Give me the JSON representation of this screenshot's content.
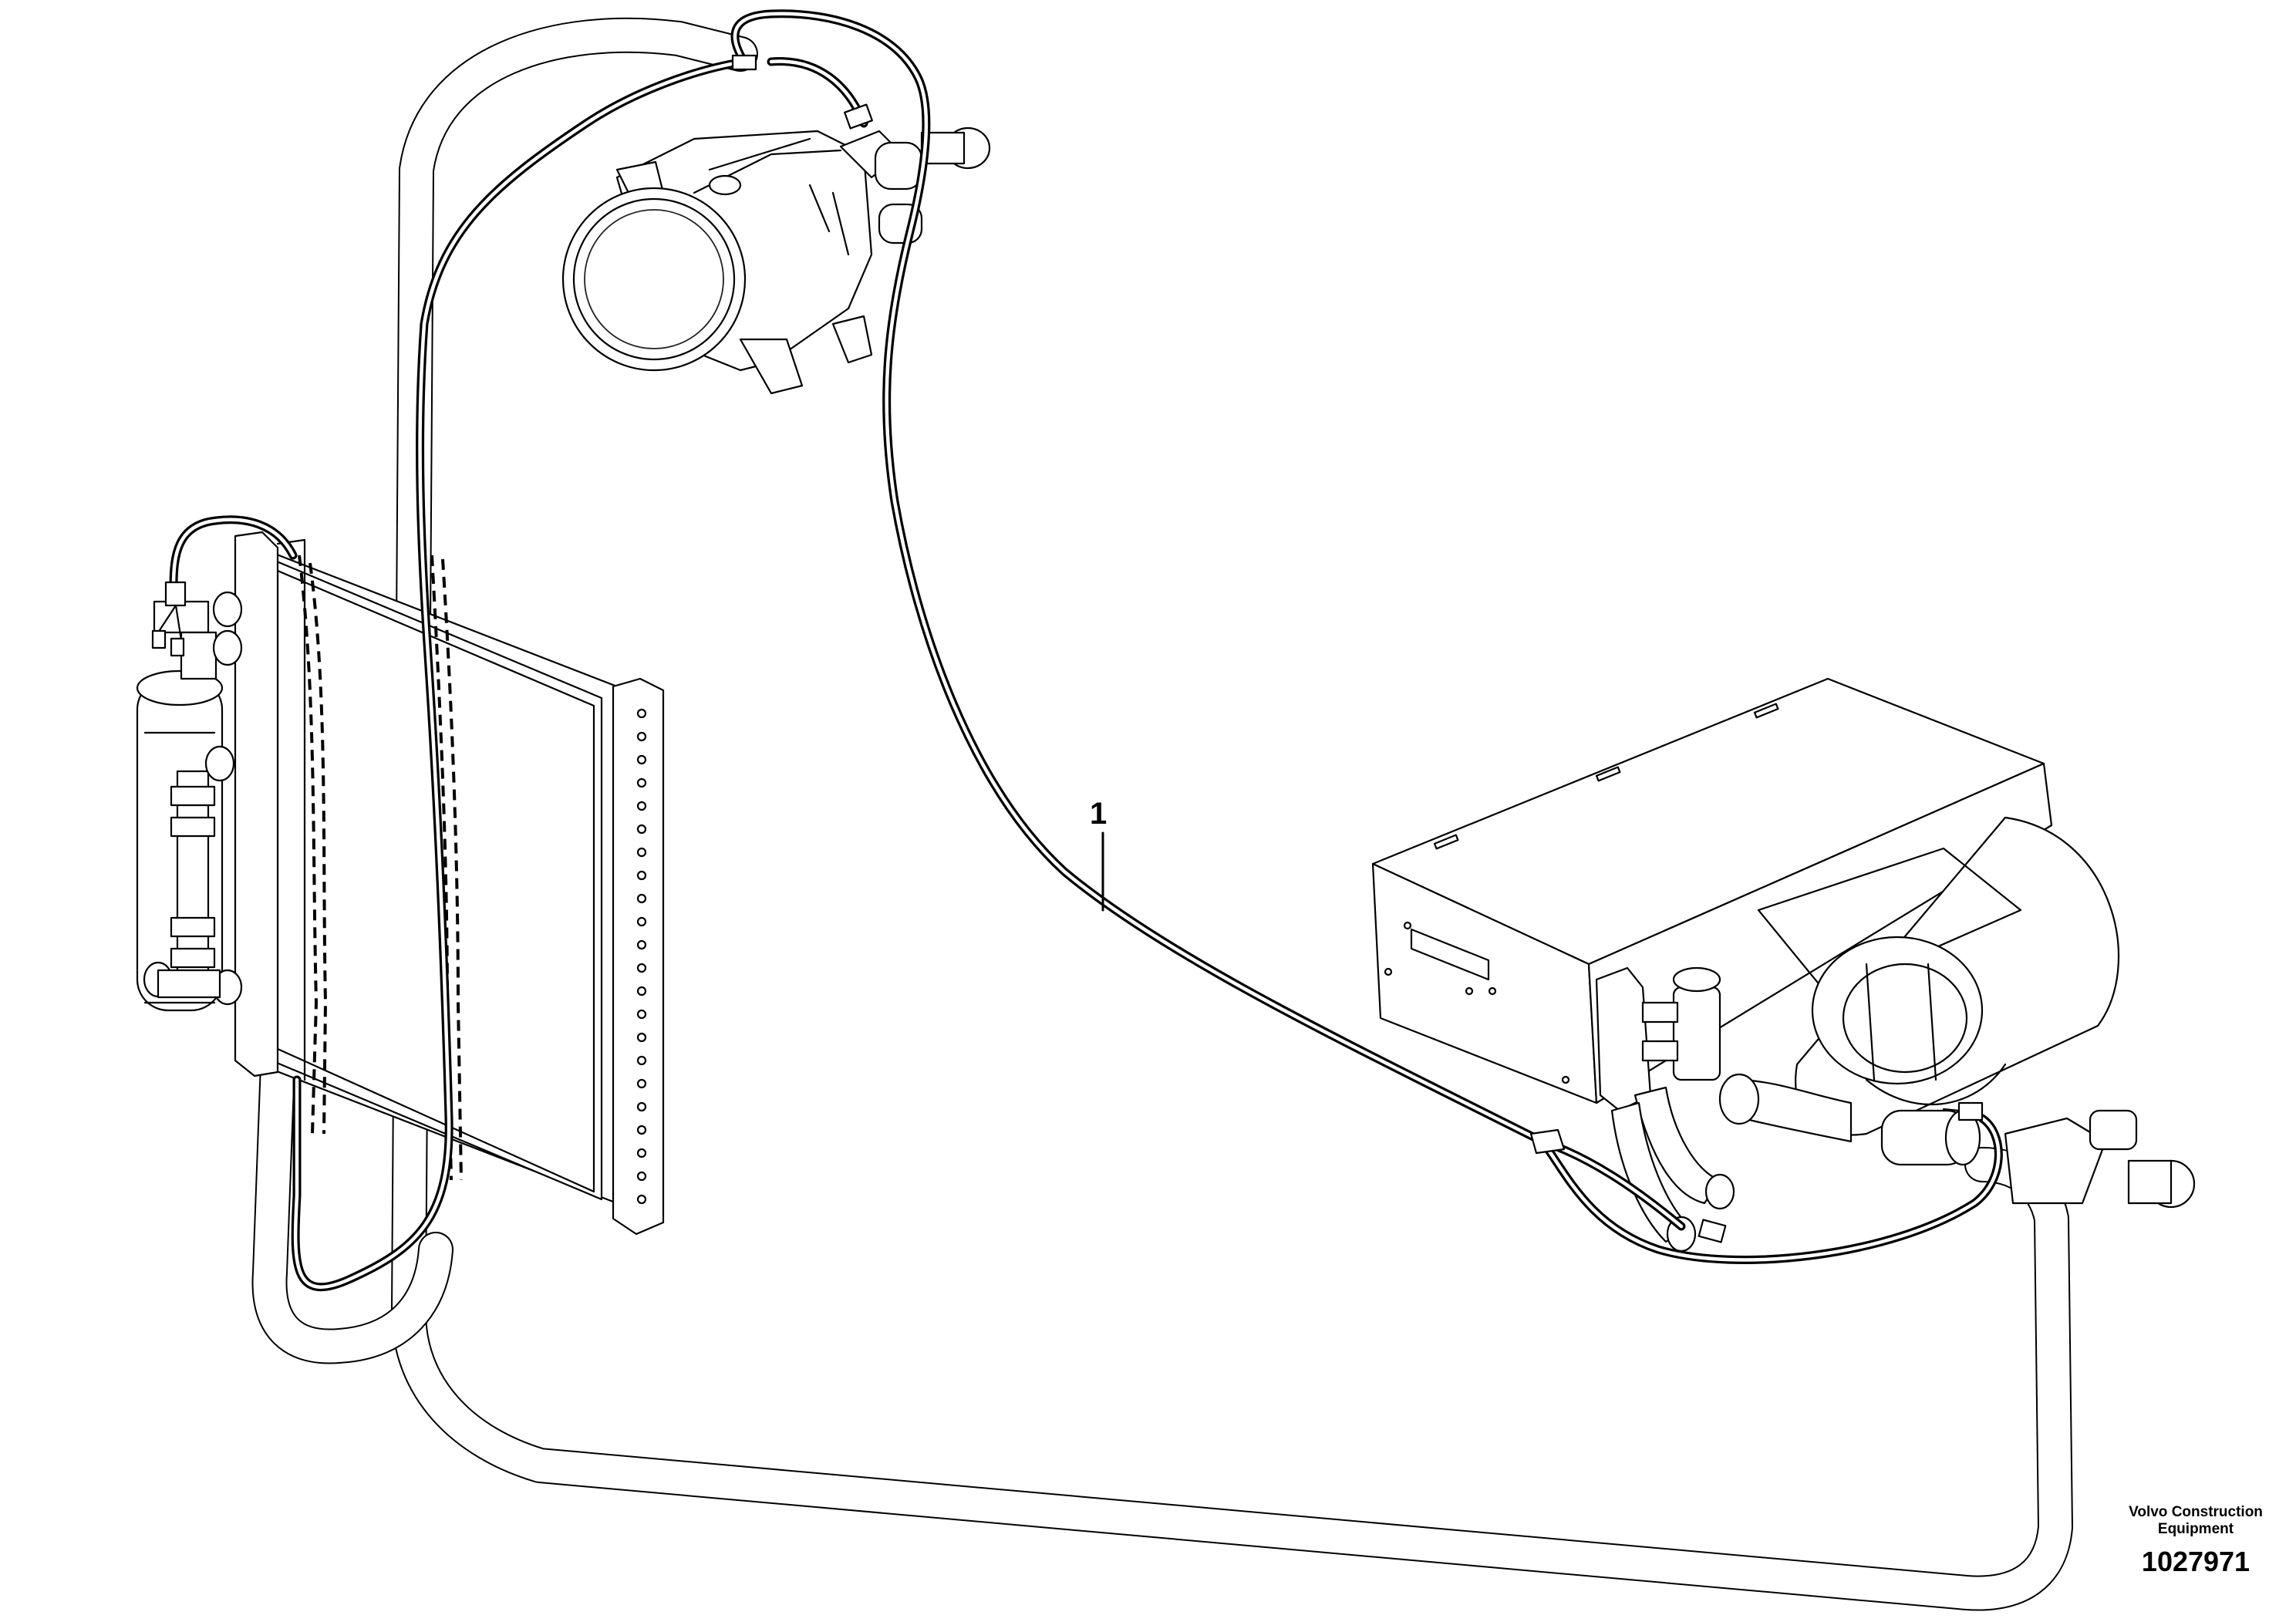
{
  "callouts": [
    {
      "label": "1"
    }
  ],
  "footer": {
    "company": "Volvo Construction\nEquipment",
    "part_number": "1027971"
  }
}
